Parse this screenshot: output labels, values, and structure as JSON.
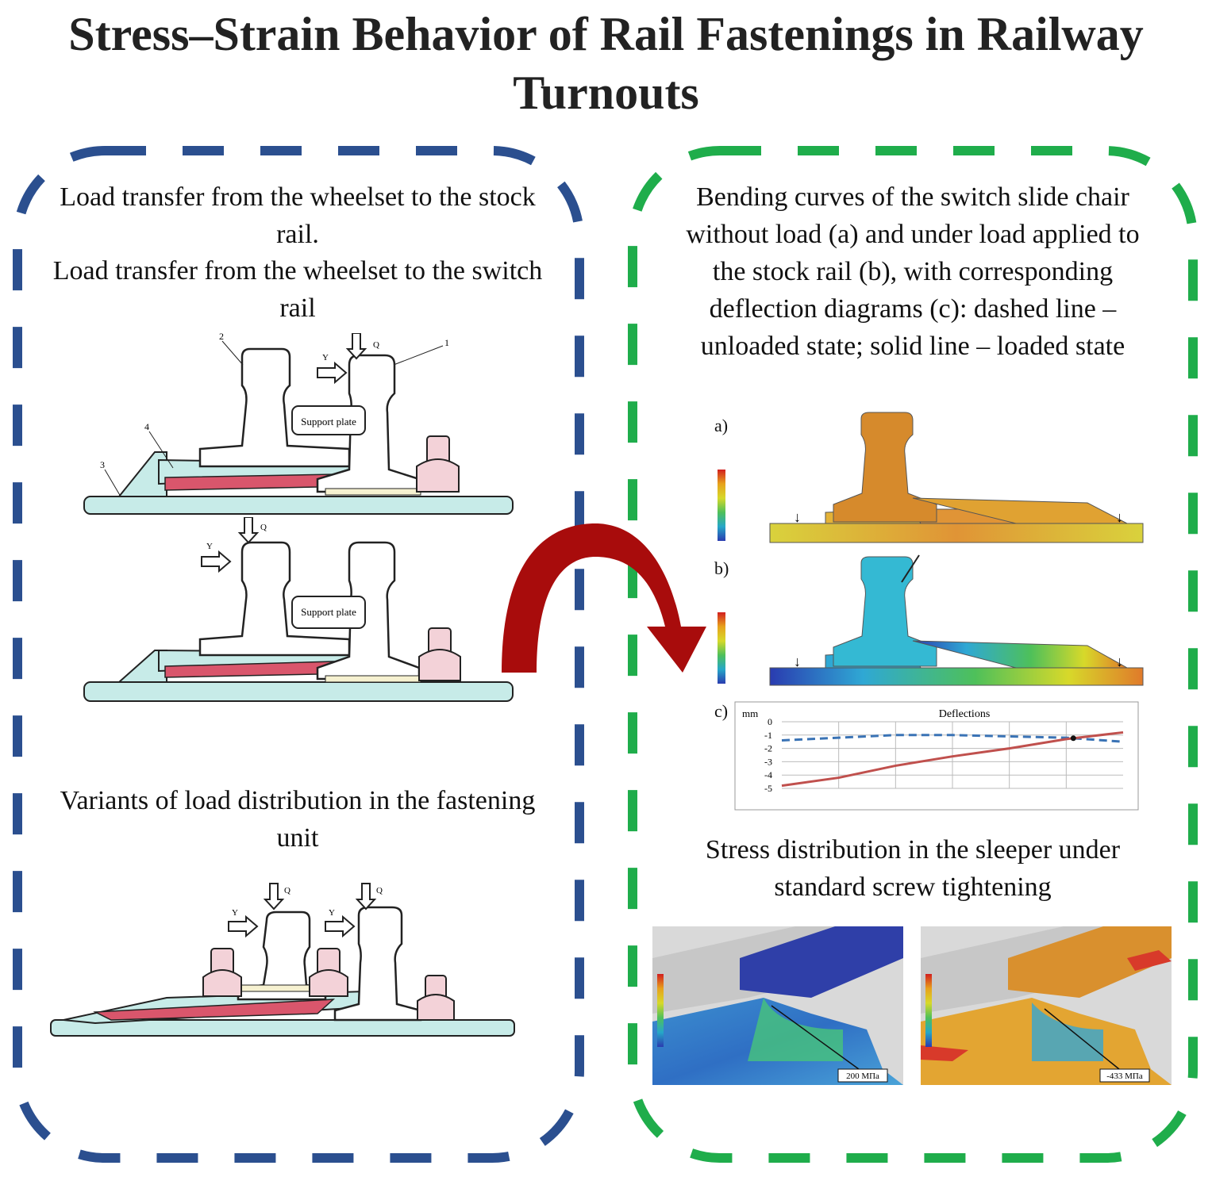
{
  "title": "Stress–Strain Behavior of Rail Fastenings in Railway Turnouts",
  "left_panel": {
    "caption_top_1": "Load transfer from the wheelset to the stock rail.",
    "caption_top_2": "Load transfer from the wheelset to the switch rail",
    "caption_bottom": "Variants of load distribution in the fastening unit",
    "support_plate_label": "Support plate",
    "load_q": "Q",
    "load_y": "Y",
    "part_numbers": [
      "1",
      "2",
      "3",
      "4"
    ],
    "border_color": "#2b4f8f"
  },
  "right_panel": {
    "caption_top": "Bending curves of the switch slide chair without load (a) and under load applied to the stock rail (b), with corresponding deflection diagrams (c): dashed line – unloaded state; solid line – loaded state",
    "caption_bottom": "Stress distribution in the sleeper under standard screw tightening",
    "label_a": "a)",
    "label_b": "b)",
    "label_c": "c)",
    "stress_left_label": "200 MПa",
    "stress_right_label": "-433 MПa",
    "border_color": "#1fad4b"
  },
  "chart_data": {
    "type": "line",
    "title": "Deflections",
    "ylabel": "mm",
    "ylim": [
      -5,
      0
    ],
    "yticks": [
      "0",
      "-1",
      "-2",
      "-3",
      "-4",
      "-5"
    ],
    "grid": true,
    "series": [
      {
        "style": "dashed",
        "color": "#3a73b5",
        "x": [
          0,
          1,
          2,
          3,
          4,
          5,
          6
        ],
        "values": [
          -1.4,
          -1.2,
          -1.0,
          -1.0,
          -1.1,
          -1.2,
          -1.5
        ]
      },
      {
        "style": "solid",
        "color": "#c0504d",
        "x": [
          0,
          1,
          2,
          3,
          4,
          5,
          6
        ],
        "values": [
          -4.8,
          -4.2,
          -3.3,
          -2.6,
          -2.0,
          -1.3,
          -0.8
        ]
      }
    ],
    "intersection_marker": true
  },
  "arrow_color": "#a80c0c",
  "colors": {
    "plate": "#c7ebe8",
    "pad": "#d9566c",
    "bolt": "#f3d2d8",
    "outline": "#222222"
  }
}
